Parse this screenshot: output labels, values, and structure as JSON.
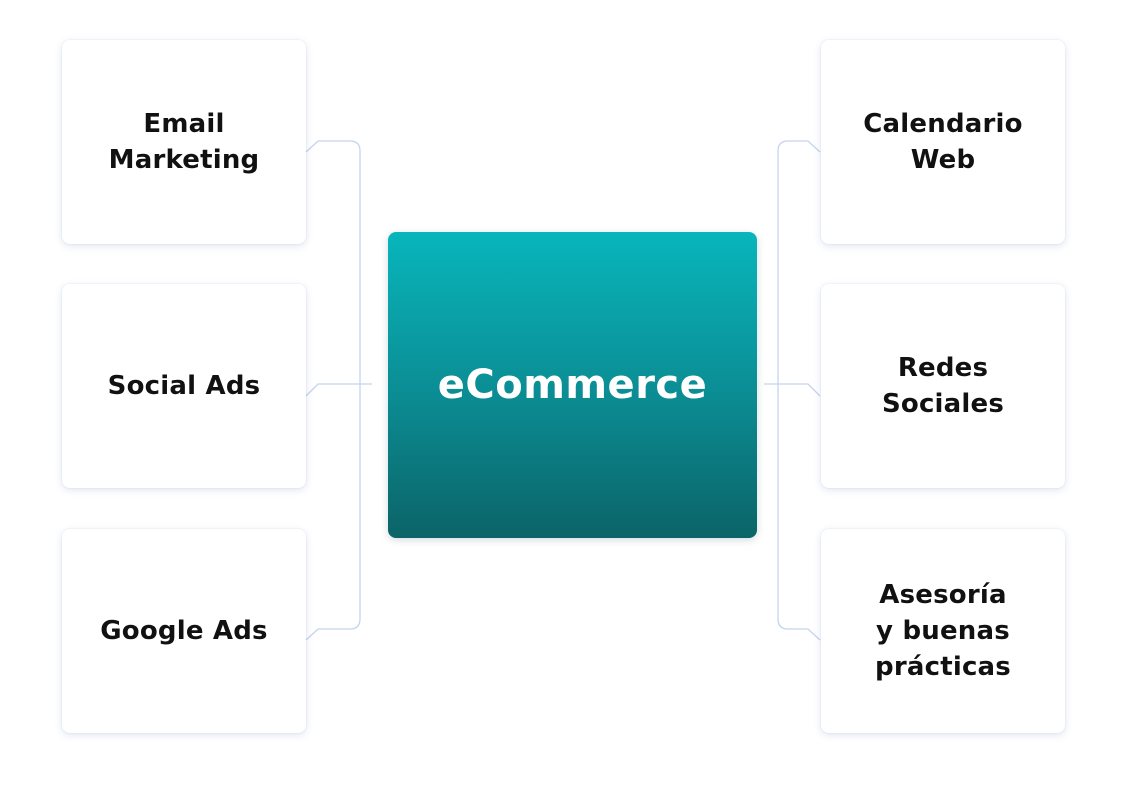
{
  "diagram": {
    "center": {
      "label": "eCommerce"
    },
    "left_items": [
      {
        "label": "Email\nMarketing"
      },
      {
        "label": "Social Ads"
      },
      {
        "label": "Google Ads"
      }
    ],
    "right_items": [
      {
        "label": "Calendario\nWeb"
      },
      {
        "label": "Redes\nSociales"
      },
      {
        "label": "Asesoría\ny buenas\nprácticas"
      }
    ],
    "colors": {
      "center_gradient_top": "#08b6bc",
      "center_gradient_bottom": "#0b6468",
      "connector": "#c5d3ee",
      "card_text": "#111111",
      "center_text": "#ffffff"
    }
  }
}
